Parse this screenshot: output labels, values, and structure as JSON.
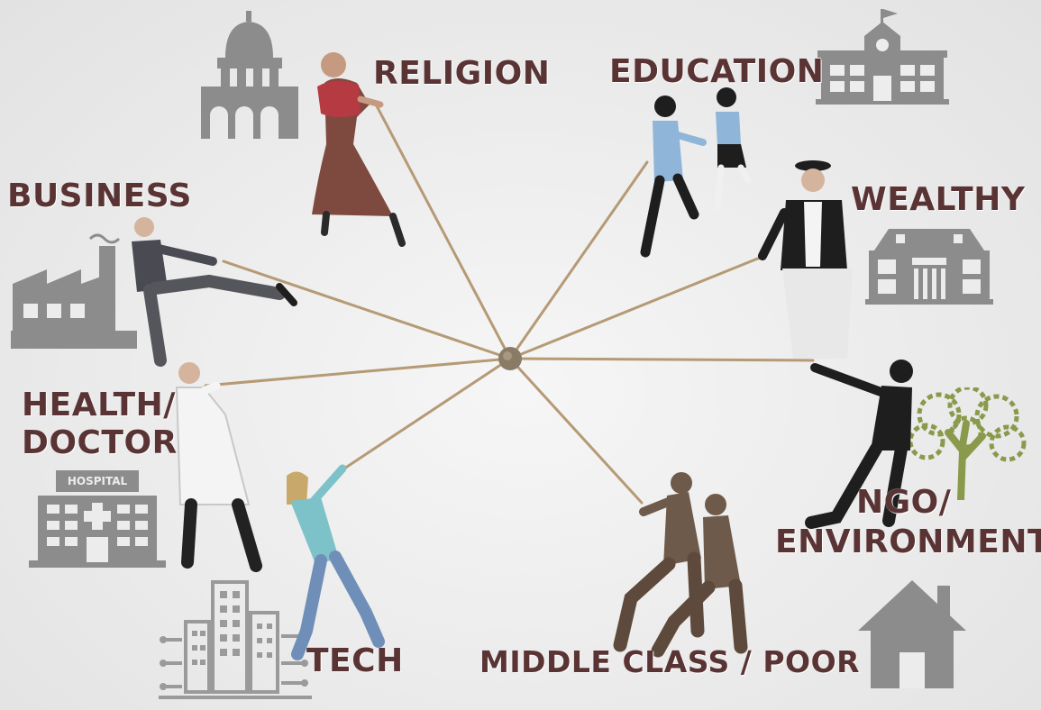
{
  "labels": {
    "religion": "RELIGION",
    "education": "EDUCATION",
    "business": "BUSINESS",
    "wealthy": "WEALTHY",
    "health": [
      "HEALTH/",
      "DOCTOR"
    ],
    "ngo": [
      "NGO/",
      "ENVIRONMENT"
    ],
    "tech": "TECH",
    "middle_class": "MIDDLE CLASS / POOR"
  },
  "hospital_sign": "HOSPITAL",
  "colors": {
    "label_text": "#5a3434",
    "icon_gray": "#8c8c8c",
    "tree_green": "#8a9a4c",
    "rope": "#b59a75",
    "knot": "#8a7b66"
  },
  "icons": {
    "religion": "temple-icon",
    "education": "school-icon",
    "business": "factory-icon",
    "wealthy": "mansion-icon",
    "health": "hospital-icon",
    "ngo": "tree-icon",
    "tech": "city-circuit-icon",
    "middle_class": "house-icon"
  }
}
